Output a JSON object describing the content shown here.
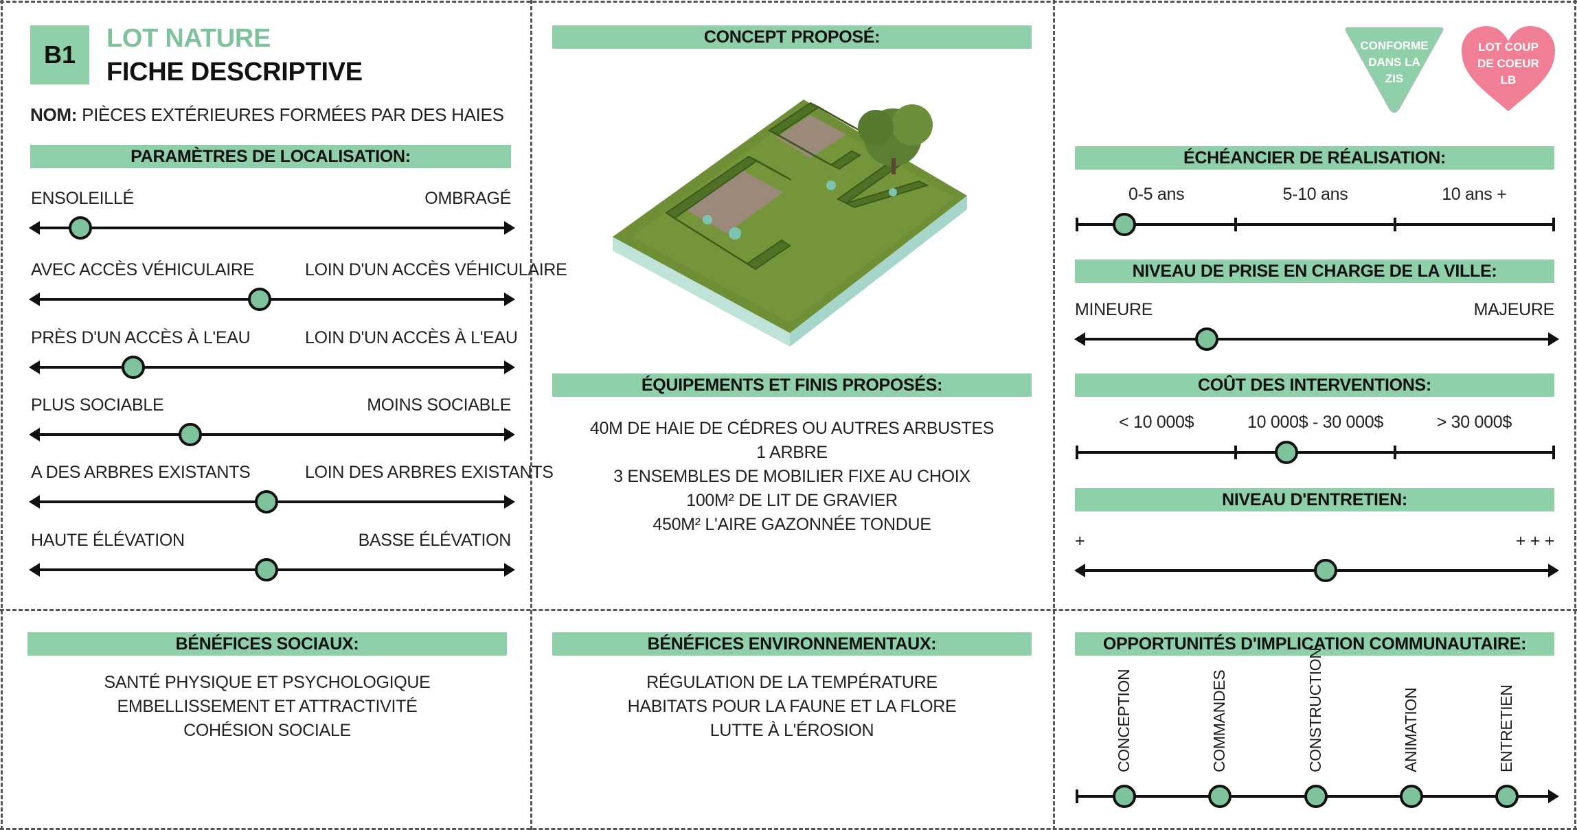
{
  "header": {
    "code": "B1",
    "category": "LOT NATURE",
    "title": "FICHE DESCRIPTIVE",
    "name_label": "NOM:",
    "name_value": "PIÈCES EXTÉRIEURES FORMÉES PAR DES HAIES"
  },
  "badges": {
    "conforme": [
      "CONFORME",
      "DANS LA",
      "ZIS"
    ],
    "coup_coeur": [
      "LOT COUP",
      "DE COEUR",
      "LB"
    ]
  },
  "localisation": {
    "title": "PARAMÈTRES DE LOCALISATION:",
    "sliders": [
      {
        "left": "ENSOLEILLÉ",
        "right": "OMBRAGÉ",
        "value": 0.1
      },
      {
        "left": "AVEC ACCÈS VÉHICULAIRE",
        "right": "LOIN D'UN ACCÈS VÉHICULAIRE",
        "value": 0.475
      },
      {
        "left": "PRÈS D'UN ACCÈS À L'EAU",
        "right": "LOIN D'UN ACCÈS À L'EAU",
        "value": 0.21
      },
      {
        "left": "PLUS SOCIABLE",
        "right": "MOINS SOCIABLE",
        "value": 0.33
      },
      {
        "left": "A DES ARBRES EXISTANTS",
        "right": "LOIN DES ARBRES EXISTANTS",
        "value": 0.49
      },
      {
        "left": "HAUTE ÉLÉVATION",
        "right": "BASSE ÉLÉVATION",
        "value": 0.49
      }
    ]
  },
  "concept": {
    "title": "CONCEPT PROPOSÉ:"
  },
  "equipements": {
    "title": "ÉQUIPEMENTS ET FINIS PROPOSÉS:",
    "items": [
      "40M DE HAIE DE CÉDRES OU AUTRES ARBUSTES",
      "1 ARBRE",
      "3 ENSEMBLES DE MOBILIER FIXE AU CHOIX",
      "100M² DE LIT DE GRAVIER",
      "450M² L'AIRE GAZONNÉE TONDUE"
    ]
  },
  "echeancier": {
    "title": "ÉCHÉANCIER DE RÉALISATION:",
    "segments": [
      "0-5 ans",
      "5-10 ans",
      "10 ans +"
    ],
    "value": 0.1
  },
  "prise_en_charge": {
    "title": "NIVEAU DE PRISE EN CHARGE DE LA VILLE:",
    "left": "MINEURE",
    "right": "MAJEURE",
    "value": 0.27
  },
  "cout": {
    "title": "COÛT DES INTERVENTIONS:",
    "segments": [
      "< 10 000$",
      "10 000$ - 30 000$",
      "> 30 000$"
    ],
    "value": 0.44
  },
  "entretien": {
    "title": "NIVEAU D'ENTRETIEN:",
    "left": "+",
    "right": "+ + +",
    "value": 0.52
  },
  "benefices_sociaux": {
    "title": "BÉNÉFICES SOCIAUX:",
    "items": [
      "SANTÉ PHYSIQUE ET PSYCHOLOGIQUE",
      "EMBELLISSEMENT ET ATTRACTIVITÉ",
      "COHÉSION SOCIALE"
    ]
  },
  "benefices_env": {
    "title": "BÉNÉFICES ENVIRONNEMENTAUX:",
    "items": [
      "RÉGULATION DE LA TEMPÉRATURE",
      "HABITATS POUR LA FAUNE ET LA FLORE",
      "LUTTE À L'ÉROSION"
    ]
  },
  "implication": {
    "title": "OPPORTUNITÉS D'IMPLICATION COMMUNAUTAIRE:",
    "stages": [
      "CONCEPTION",
      "COMMANDES",
      "CONSTRUCTION",
      "ANIMATION",
      "ENTRETIEN"
    ]
  },
  "colors": {
    "accent": "#8fd0ab",
    "knob": "#7fc39c",
    "badge_green": "#8fd0ab",
    "badge_pink": "#f07f96",
    "category_text": "#7fc39c"
  }
}
